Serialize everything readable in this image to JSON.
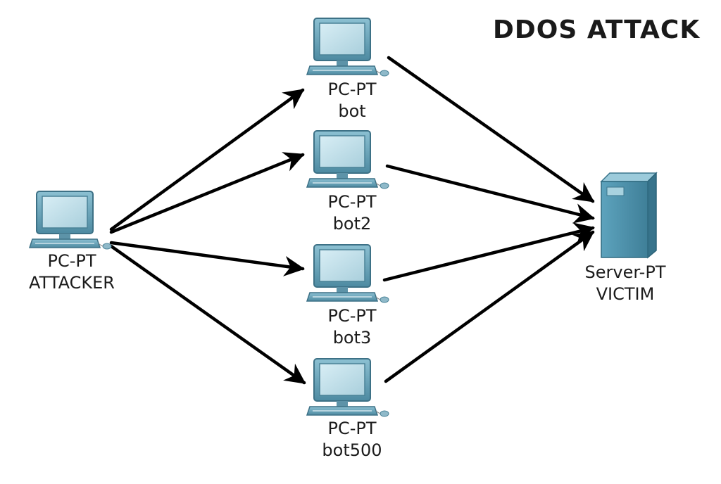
{
  "title": "DDOS ATTACK",
  "attacker": {
    "type": "PC-PT",
    "name": "ATTACKER"
  },
  "victim": {
    "type": "Server-PT",
    "name": "VICTIM"
  },
  "bots": [
    {
      "type": "PC-PT",
      "name": "bot"
    },
    {
      "type": "PC-PT",
      "name": "bot2"
    },
    {
      "type": "PC-PT",
      "name": "bot3"
    },
    {
      "type": "PC-PT",
      "name": "bot500"
    }
  ],
  "colors": {
    "arrow": "#000000",
    "pc_screen": "#bcdde8",
    "pc_body": "#5f9bb0",
    "server_body": "#4f93ad"
  }
}
